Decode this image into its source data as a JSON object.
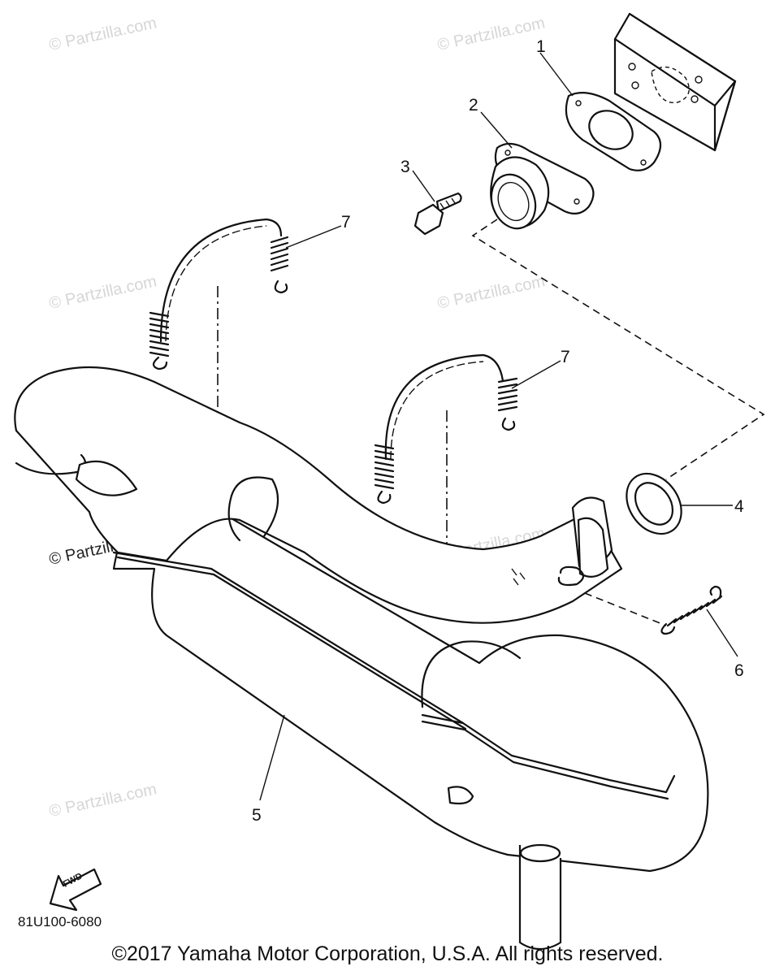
{
  "diagram": {
    "callouts": [
      {
        "id": "1",
        "label": "1"
      },
      {
        "id": "2",
        "label": "2"
      },
      {
        "id": "3",
        "label": "3"
      },
      {
        "id": "4",
        "label": "4"
      },
      {
        "id": "5",
        "label": "5"
      },
      {
        "id": "6",
        "label": "6"
      },
      {
        "id": "7a",
        "label": "7"
      },
      {
        "id": "7b",
        "label": "7"
      }
    ],
    "watermark": "© Partzilla.com",
    "fwd_label": "FWD",
    "diagram_code": "81U100-6080"
  },
  "footer": {
    "copyright": "©2017 Yamaha Motor Corporation, U.S.A. All rights reserved."
  }
}
